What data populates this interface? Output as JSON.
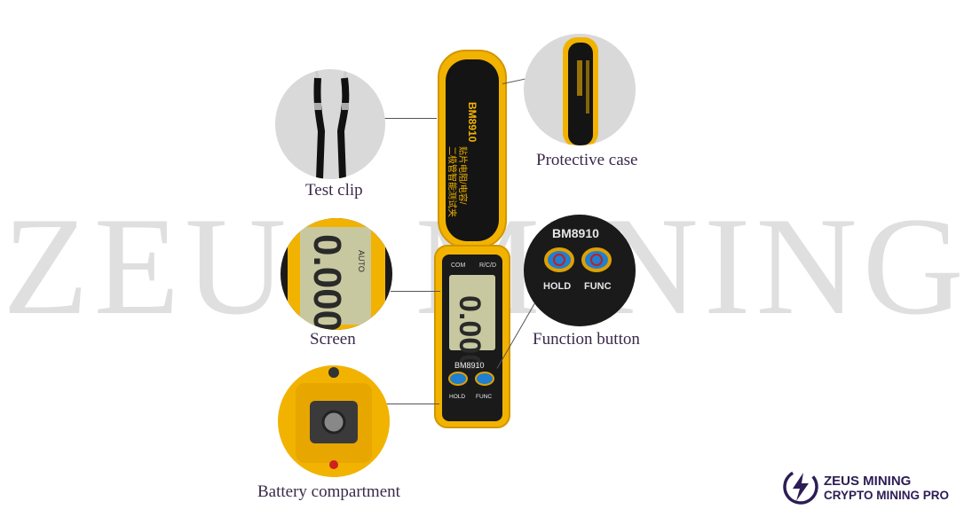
{
  "watermark": "ZEUS MINING",
  "labels": {
    "test_clip": "Test clip",
    "protective_case": "Protective case",
    "screen": "Screen",
    "function_button": "Function button",
    "battery_compartment": "Battery compartment"
  },
  "device": {
    "model": "BM8910",
    "chinese_title_line1": "贴片电阻/电容/",
    "chinese_title_line2": "二极管智能测试夹",
    "com_label": "COM",
    "rcd_label": "R/C/D",
    "auto_label": "AUTO",
    "hold_label": "HOLD",
    "func_label": "FUNC",
    "display_digits": "0.000"
  },
  "brand": {
    "line1": "ZEUS MINING",
    "line2": "CRYPTO MINING PRO"
  },
  "colors": {
    "device_body": "#f2b300",
    "device_dark": "#141414",
    "lcd": "#c8c8a0",
    "brand": "#2c1d55"
  }
}
